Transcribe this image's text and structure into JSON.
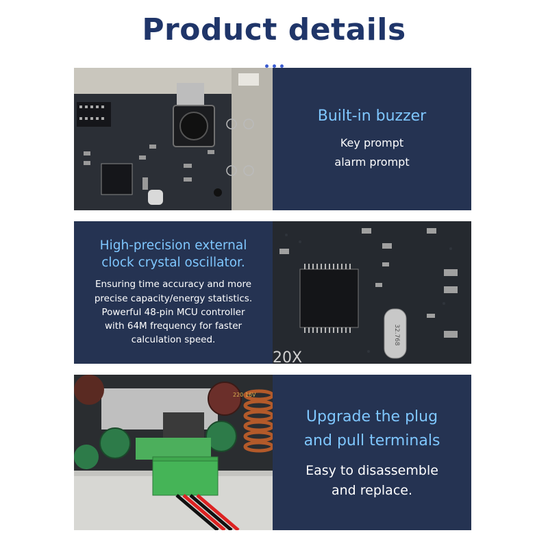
{
  "page": {
    "title": "Product details"
  },
  "sections": [
    {
      "heading": [
        "Built-in buzzer"
      ],
      "body": [
        "Key prompt",
        "alarm prompt"
      ]
    },
    {
      "heading": [
        "High-precision external",
        "clock crystal oscillator."
      ],
      "body": [
        "Ensuring time accuracy and more",
        "precise capacity/energy statistics.",
        "Powerful 48-pin MCU controller",
        "with 64M frequency for faster",
        "calculation speed."
      ]
    },
    {
      "heading": [
        "Upgrade the plug",
        "and pull terminals"
      ],
      "body": [
        "Easy to disassemble",
        "and replace."
      ]
    }
  ],
  "board_marks": {
    "crystal": "32.768",
    "silk": "20X",
    "cap": "220 16V"
  },
  "colors": {
    "title": "#1f3569",
    "panel": "#253352",
    "heading": "#7fc7ff",
    "body": "#ffffff"
  }
}
